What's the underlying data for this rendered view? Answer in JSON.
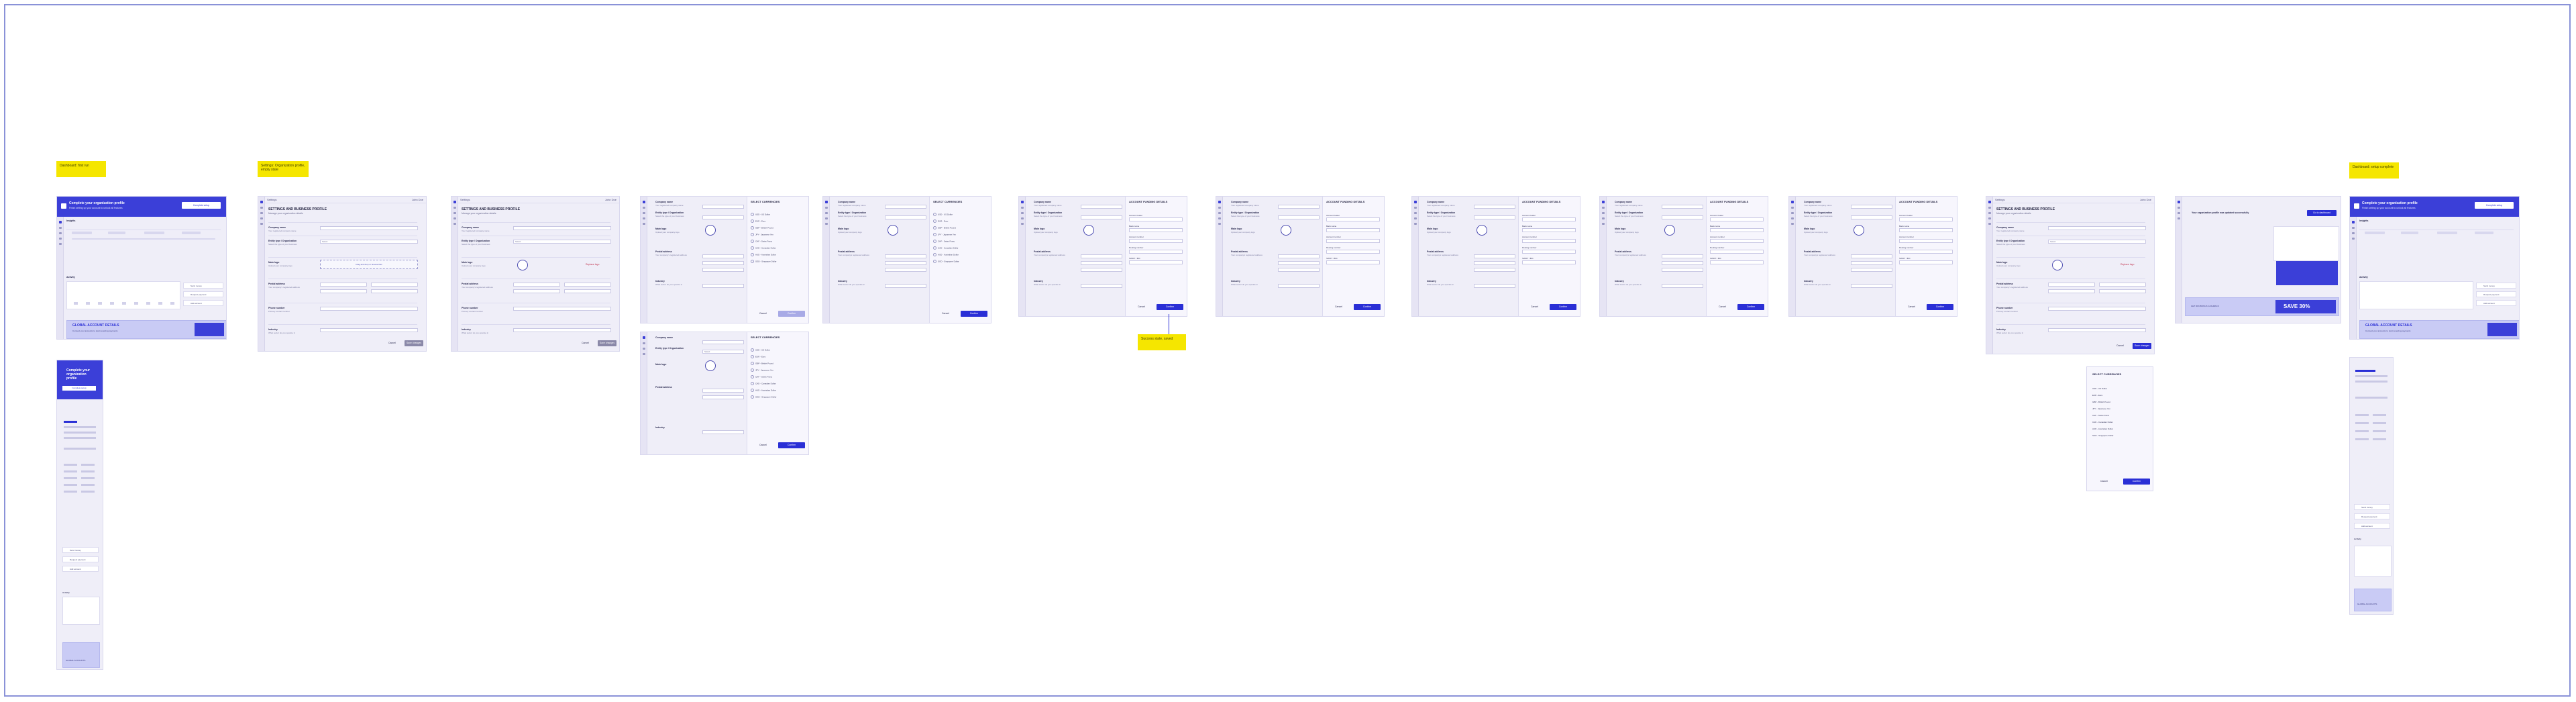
{
  "canvas": {
    "accent": "#3b3fd8",
    "frame_border": "#8a92d8",
    "sticky_color": "#f5e600"
  },
  "stickies": [
    {
      "text": "Dashboard: first run"
    },
    {
      "text": "Settings: Organization profile, empty state"
    },
    {
      "text": "Success state, saved"
    },
    {
      "text": "Dashboard: setup complete"
    }
  ],
  "dashboard": {
    "banner_title": "Complete your organization profile",
    "banner_subtitle": "Finish setting up your account to unlock all features",
    "banner_button": "Complete setup",
    "nav_crumb": "Insights",
    "promo_title": "GLOBAL ACCOUNT DETAILS",
    "promo_sub": "Connect your accounts to start receiving payments",
    "section_label": "Activity",
    "actions": [
      "Send money",
      "Request payment",
      "Add account"
    ]
  },
  "settings": {
    "crumb": "Settings",
    "user": "John Doe",
    "title": "SETTINGS AND BUSINESS PROFILE",
    "subtitle": "Manage your organization details",
    "fields": [
      {
        "label": "Company name",
        "hint": "Your registered company name",
        "value": ""
      },
      {
        "label": "Entity type / Organization",
        "hint": "Select the type of your business",
        "value": "Select"
      },
      {
        "label": "Main logo",
        "hint": "Upload your company logo",
        "value": "Drag and drop or browse files"
      },
      {
        "label": "Postal address",
        "hint": "Your company's registered address",
        "value": ""
      },
      {
        "label": "Phone number",
        "hint": "Primary contact number",
        "value": ""
      },
      {
        "label": "Industry",
        "hint": "What sector do you operate in",
        "value": ""
      }
    ],
    "cancel": "Cancel",
    "save": "Save changes",
    "replace_logo": "Replace logo"
  },
  "panel": {
    "title": "SELECT CURRENCIES",
    "items": [
      "USD - US Dollar",
      "EUR - Euro",
      "GBP - British Pound",
      "JPY - Japanese Yen",
      "CHF - Swiss Franc",
      "CAD - Canadian Dollar",
      "AUD - Australian Dollar",
      "SGD - Singapore Dollar"
    ],
    "cancel": "Cancel",
    "confirm": "Confirm"
  },
  "details": {
    "title": "ACCOUNT FUNDING DETAILS",
    "rows": [
      "Account holder",
      "Bank name",
      "Account number",
      "Routing number",
      "SWIFT / BIC"
    ]
  },
  "success": {
    "title": "Your organization profile was updated successfully",
    "promo_title": "SAVE 30%",
    "promo_label": "GET 30% BONUS CASHBACK",
    "button": "Go to dashboard"
  },
  "mobile": {
    "hero_title": "Complete your organization profile",
    "hero_button": "Complete setup",
    "section": "Activity",
    "promo": "GLOBAL ACCOUNTS"
  }
}
